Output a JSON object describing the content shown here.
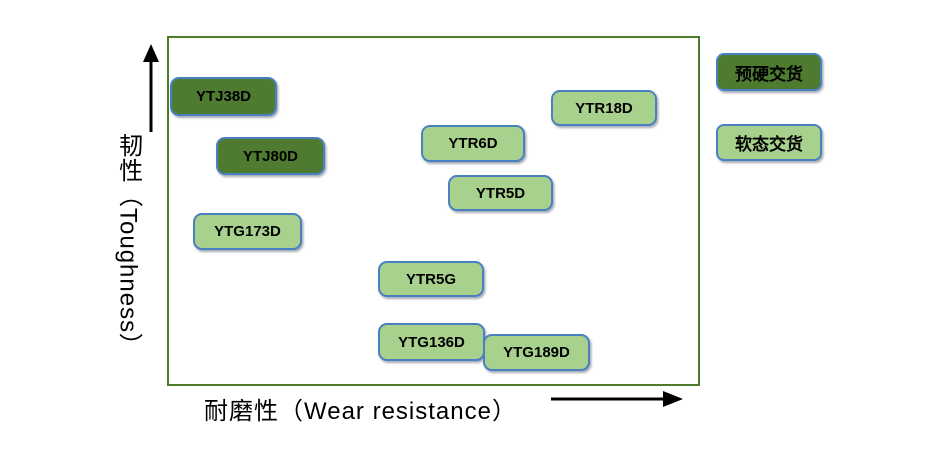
{
  "colors": {
    "dark_green": "#4e7b30",
    "light_green": "#a9d18e",
    "box_border_blue": "#4a80c0",
    "plot_border_green": "#4d7a2b",
    "text_black": "#000000"
  },
  "axes": {
    "y_label": "韧性（Toughness）",
    "x_label": "耐磨性（Wear resistance）"
  },
  "legend": {
    "items": [
      {
        "label": "预硬交货",
        "color": "#4e7b30"
      },
      {
        "label": "软态交货",
        "color": "#a9d18e"
      }
    ]
  },
  "chart_data": {
    "type": "scatter",
    "title": "",
    "xlabel": "耐磨性（Wear resistance）",
    "ylabel": "韧性（Toughness）",
    "xlim": [
      0,
      1
    ],
    "ylim": [
      0,
      1
    ],
    "grid": false,
    "legend_position": "outside-right",
    "series": [
      {
        "name": "预硬交货",
        "color": "#4e7b30",
        "points": [
          {
            "label": "YTJ38D",
            "x": 0.11,
            "y": 0.83
          },
          {
            "label": "YTJ80D",
            "x": 0.2,
            "y": 0.65
          }
        ]
      },
      {
        "name": "软态交货",
        "color": "#a9d18e",
        "points": [
          {
            "label": "YTG173D",
            "x": 0.15,
            "y": 0.44
          },
          {
            "label": "YTR6D",
            "x": 0.57,
            "y": 0.69
          },
          {
            "label": "YTR5D",
            "x": 0.62,
            "y": 0.55
          },
          {
            "label": "YTR18D",
            "x": 0.82,
            "y": 0.8
          },
          {
            "label": "YTR5G",
            "x": 0.49,
            "y": 0.31
          },
          {
            "label": "YTG136D",
            "x": 0.5,
            "y": 0.13
          },
          {
            "label": "YTG189D",
            "x": 0.69,
            "y": 0.09
          }
        ]
      }
    ]
  }
}
